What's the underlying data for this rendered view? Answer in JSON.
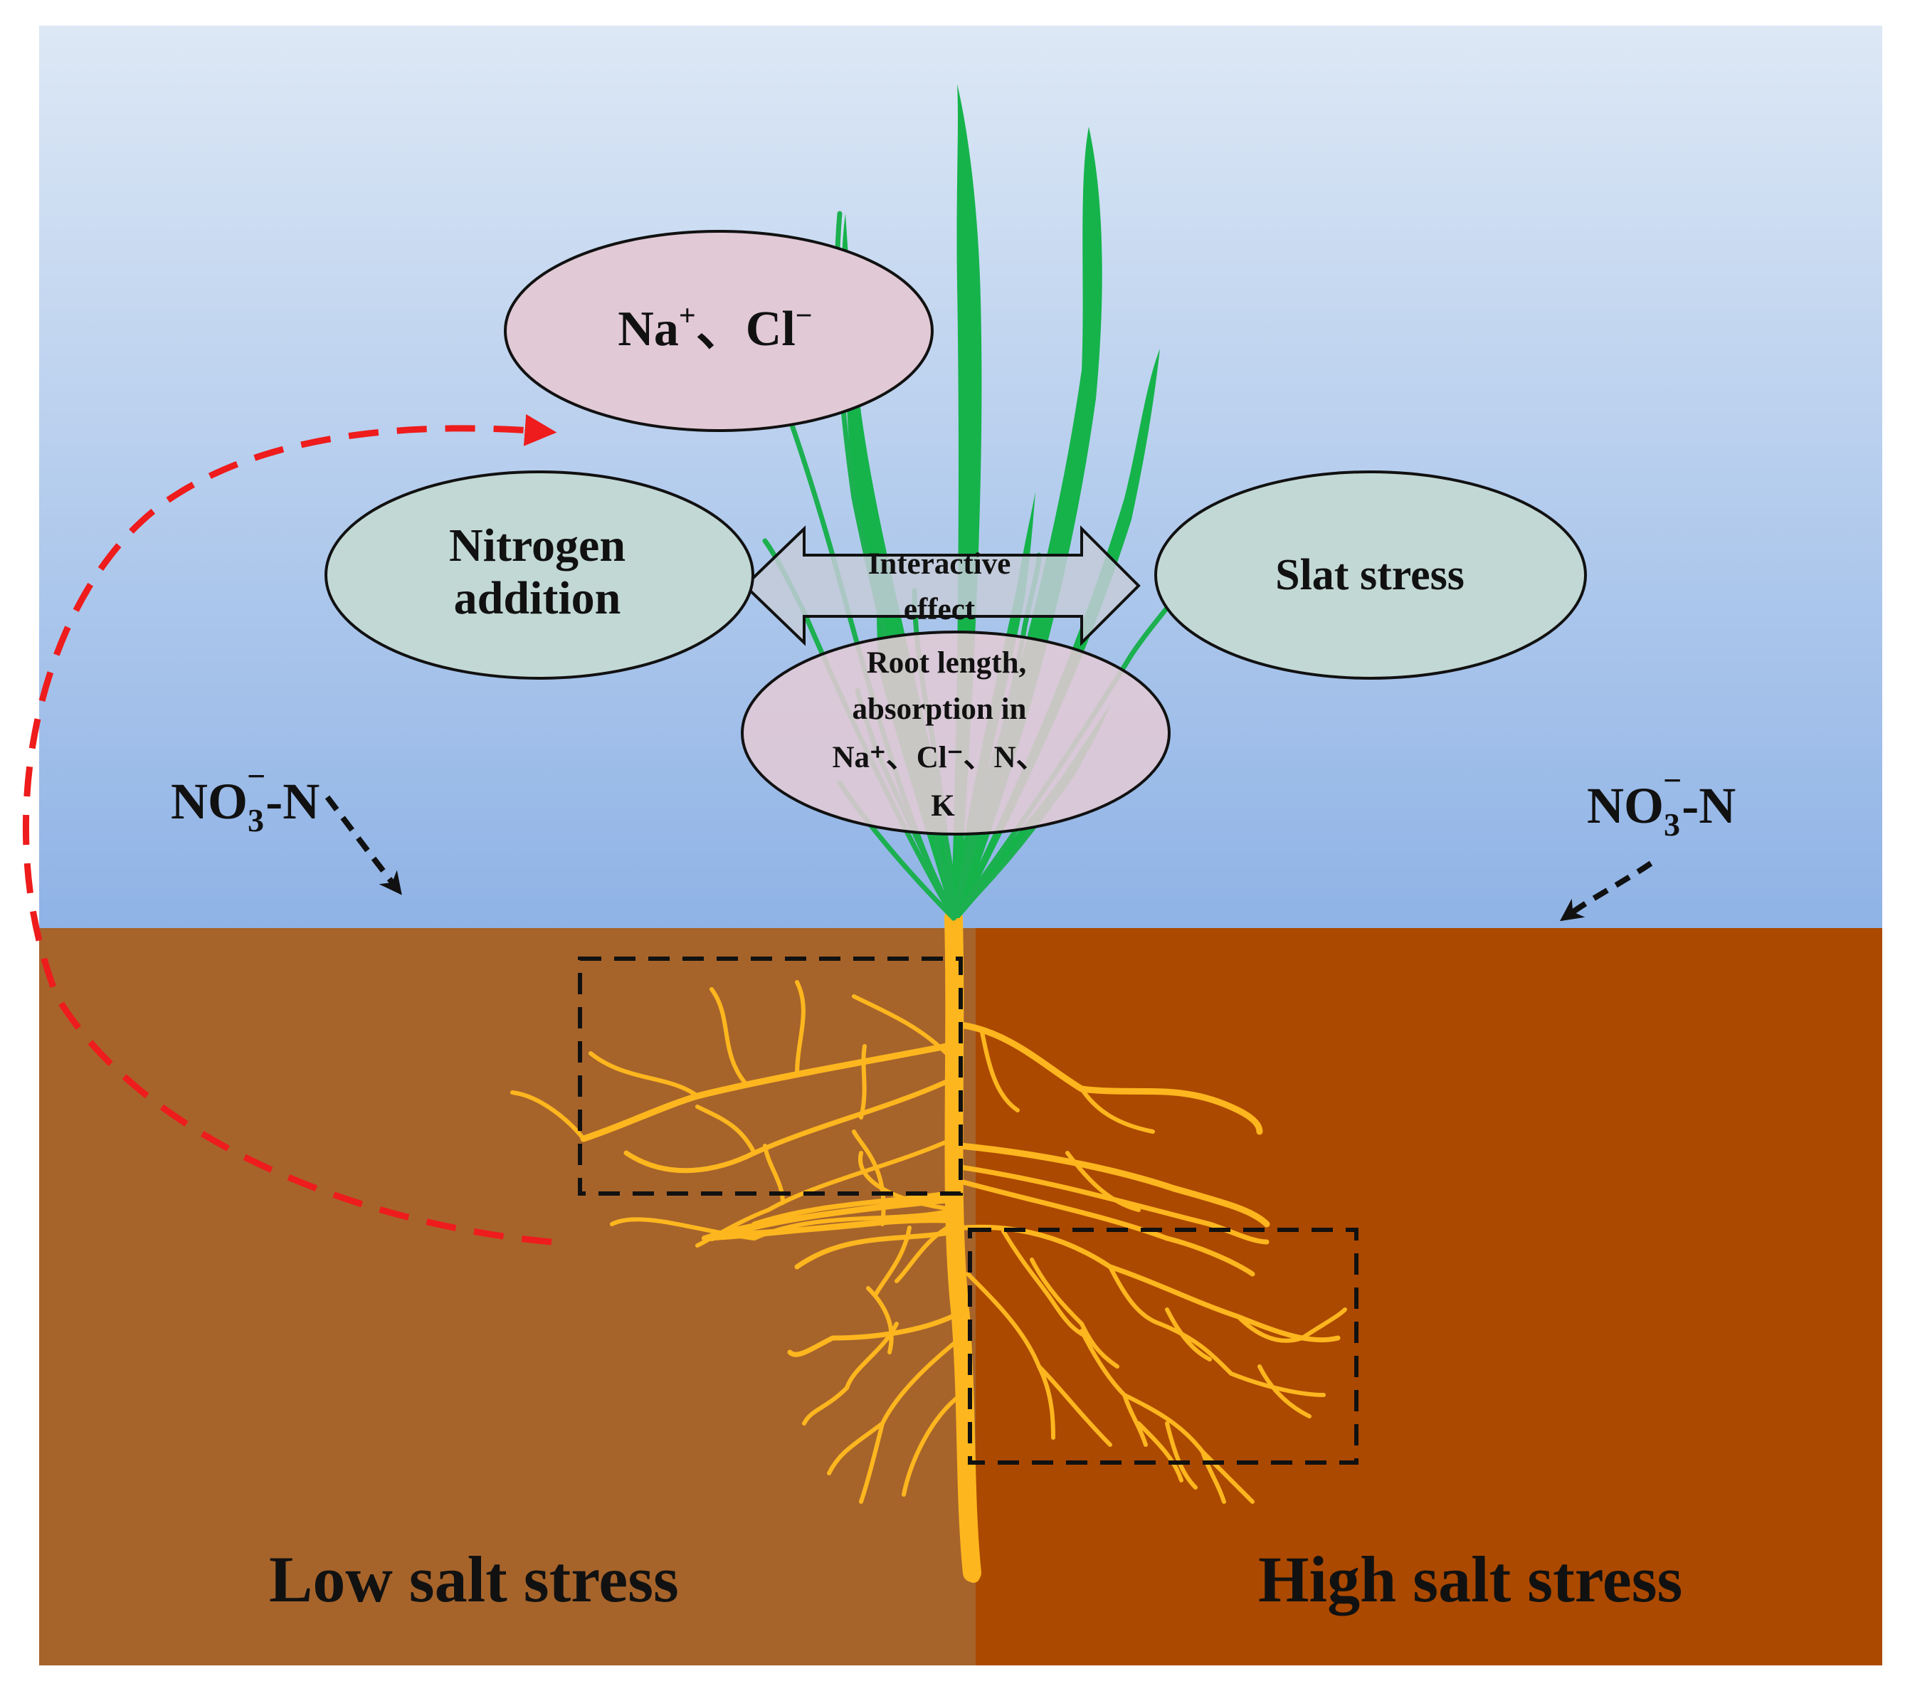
{
  "colors": {
    "sky_top": "#dde8f5",
    "sky_bottom": "#8fb3e6",
    "soil_low": "#a6642b",
    "soil_high": "#ab4900",
    "leaf": "#16b34b",
    "root": "#fdb61e",
    "ellipse_pink": "#e1c9d5",
    "ellipse_green": "#c2d8d4",
    "arrow_gray": "#c4cbd8",
    "feedback_arrow": "#ee1c1c"
  },
  "ions_ellipse": {
    "text_prefix": "Na",
    "text_sup1": "+",
    "text_mid": "、Cl",
    "text_sup2": "−"
  },
  "nitrogen_ellipse": {
    "line1": "Nitrogen",
    "line2": "addition"
  },
  "salt_ellipse": {
    "label": "Slat stress"
  },
  "interaction_arrow": {
    "line1": "Interactive",
    "line2": "effect"
  },
  "root_ellipse": {
    "line1": "Root length,",
    "line2": "absorption in",
    "line3": "Na⁺、Cl⁻、N、",
    "line4": "K"
  },
  "nitrate_left": {
    "base": "NO",
    "sub": "3",
    "sup": "−",
    "suffix": "-N"
  },
  "nitrate_right": {
    "base": "NO",
    "sub": "3",
    "sup": "−",
    "suffix": "-N"
  },
  "soil_labels": {
    "low": "Low salt stress",
    "high": "High salt stress"
  }
}
